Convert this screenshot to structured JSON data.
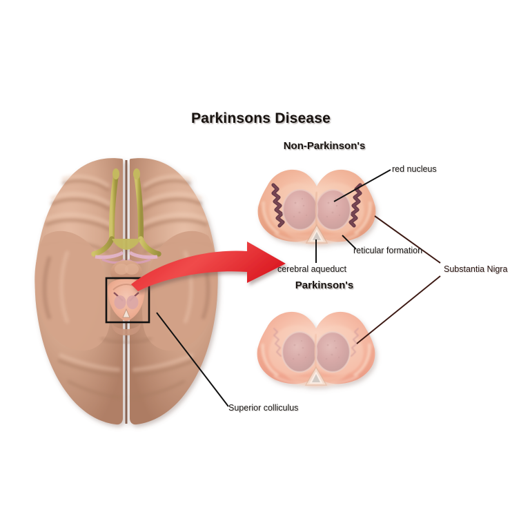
{
  "figure": {
    "title": "Parkinsons Disease",
    "background_color": "#ffffff",
    "type": "medical-illustration"
  },
  "panels": {
    "brain": {
      "name": "brain-inferior-view",
      "description": "Inferior (ventral) view of human brain",
      "structures": [
        "cerebral hemispheres",
        "olfactory tracts",
        "optic chiasm",
        "temporal lobes",
        "midbrain",
        "cerebellum"
      ],
      "callout_box_label": "midbrain-region"
    },
    "non_parkinsons": {
      "heading": "Non-Parkinson's",
      "description": "Midbrain cross-section with intact pigmented substantia nigra"
    },
    "parkinsons": {
      "heading": "Parkinson's",
      "description": "Midbrain cross-section with depigmented substantia nigra"
    }
  },
  "labels": {
    "red_nucleus": "red nucleus",
    "reticular_formation": "reticular formation",
    "cerebral_aqueduct": "cerebral aqueduct",
    "substantia_nigra": "Substantia Nigra",
    "superior_colliculus": "Superior colliculus"
  },
  "arrow": {
    "name": "magnify-arrow",
    "color": "#e8242a",
    "direction": "left-to-right-curved"
  },
  "colors": {
    "brain_tissue": "#d4a68c",
    "brain_tissue_shadow": "#a87a63",
    "midbrain_tissue": "#eeae93",
    "midbrain_tissue_light": "#f6cdbb",
    "substantia_nigra_pigmented": "#6b3a4a",
    "substantia_nigra_depigmented": "#d9a3a2",
    "red_nucleus": "#d9a9a6",
    "olfactory_tract": "#b6ab4e",
    "optic_nerve": "#e3b6cd",
    "arrow_red": "#e8242a",
    "leader_black": "#111111",
    "leader_brown": "#3d1a14",
    "title_text": "#17120f"
  }
}
